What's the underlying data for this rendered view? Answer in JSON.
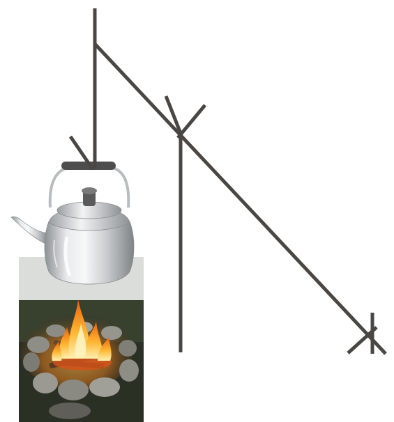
{
  "colors": {
    "background": "#ffffff",
    "pole": "#4a4644",
    "kettle_body": "#cfd2d4",
    "kettle_highlight": "#f4f5f6",
    "kettle_shadow": "#8c9093",
    "kettle_handle_grip": "#4d4d4d",
    "fire_bg_dark": "#2b3024",
    "stone": "#8e8d86",
    "stone_dark": "#5f5e58",
    "flame_outer": "#f0a020",
    "flame_inner": "#ffe38a",
    "ember": "#d2541a",
    "wood": "#5a3a22"
  },
  "illustration": {
    "tripod_pole_icon": "pole-lines",
    "kettle_icon": "stainless-kettle",
    "campfire_icon": "campfire-with-stone-ring"
  }
}
